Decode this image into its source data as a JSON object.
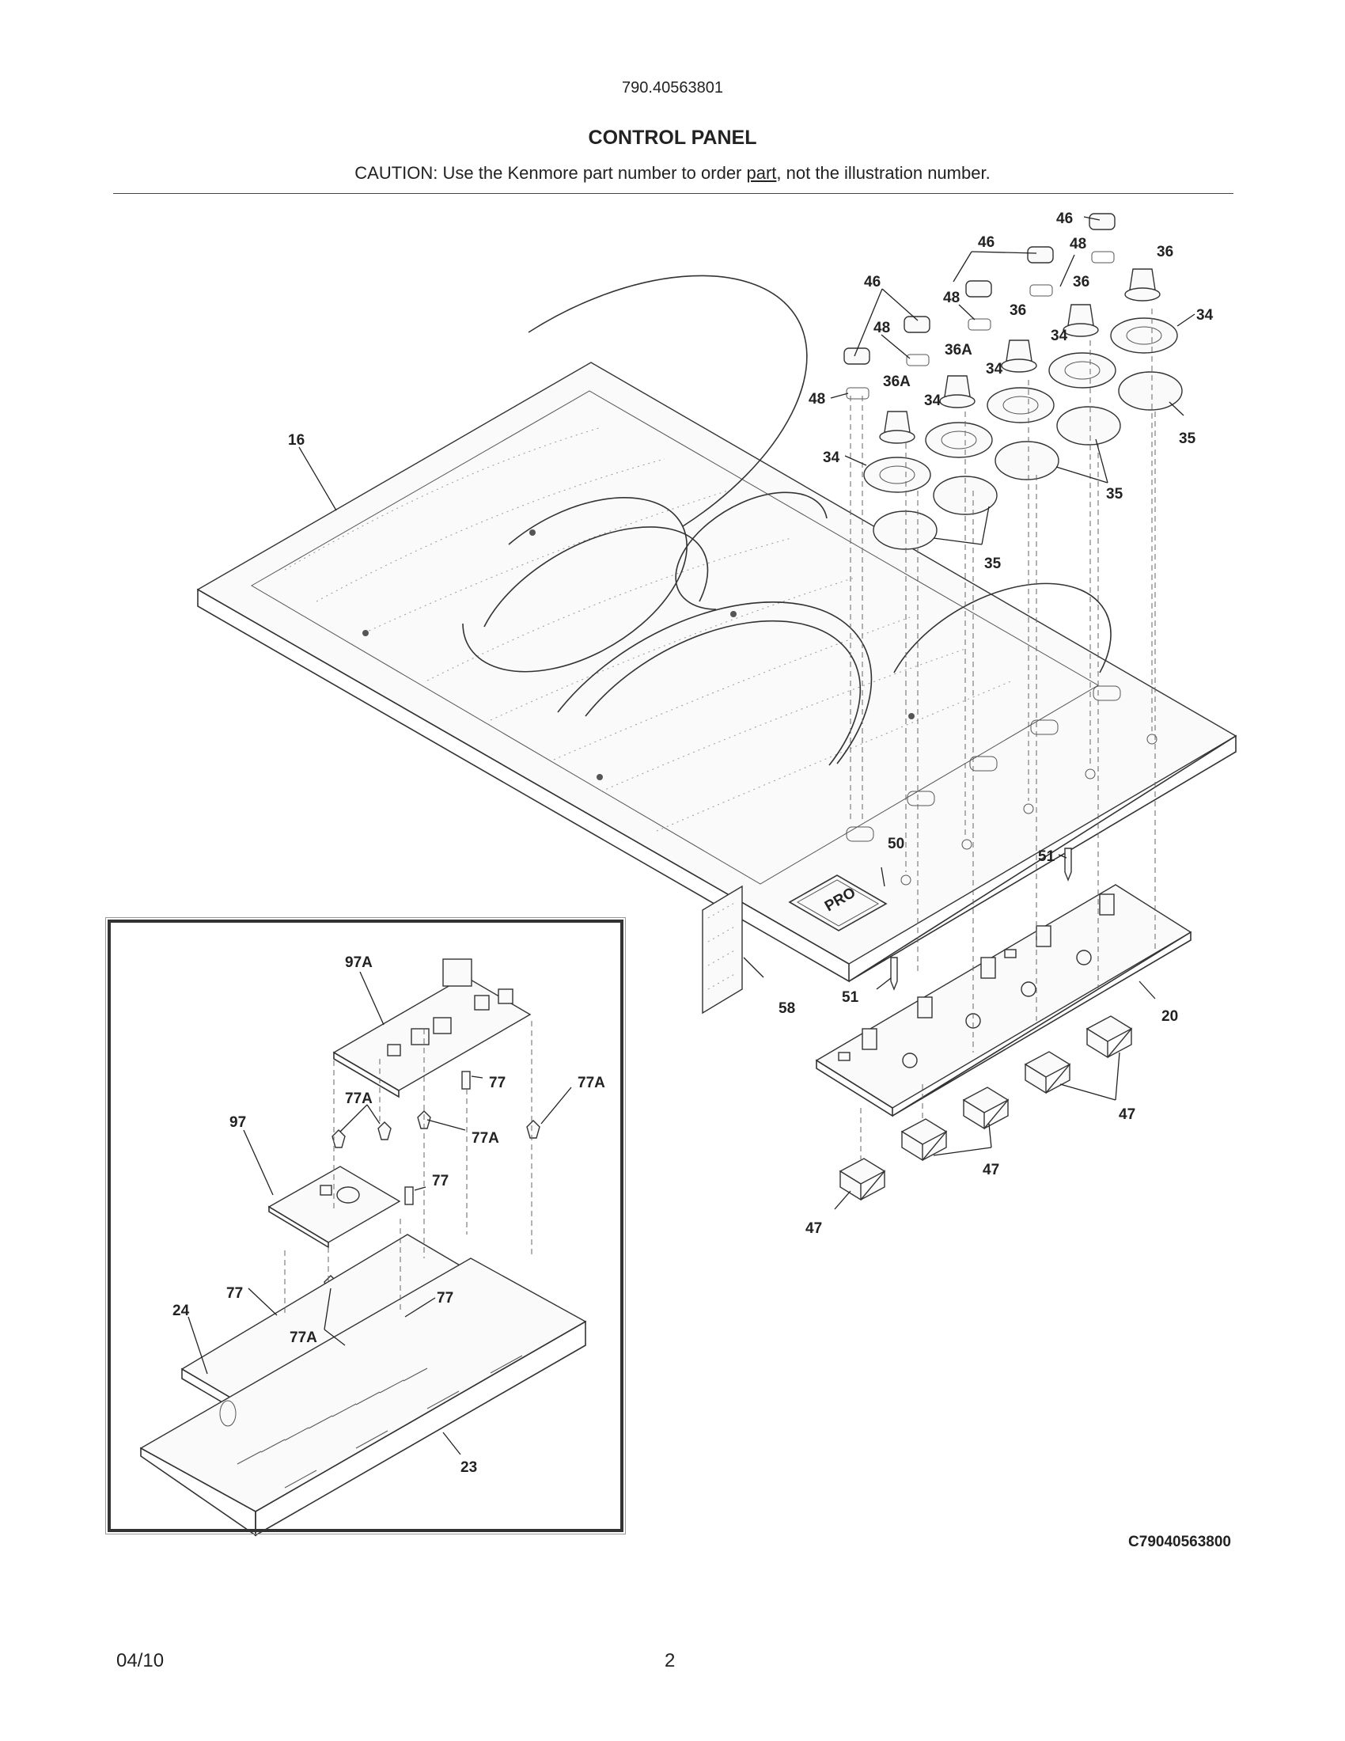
{
  "header": {
    "model_number": "790.40563801",
    "title": "CONTROL PANEL",
    "caution_prefix": "CAUTION: Use the Kenmore part number to order ",
    "caution_link": "part",
    "caution_suffix": ", not the illustration number."
  },
  "callouts": {
    "c16": "16",
    "c46a": "46",
    "c46b": "46",
    "c46c": "46",
    "c48a": "48",
    "c48b": "48",
    "c48c": "48",
    "c48d": "48",
    "c36a": "36",
    "c36b": "36",
    "c36c": "36",
    "c36Aa": "36A",
    "c36Ab": "36A",
    "c34a": "34",
    "c34b": "34",
    "c34c": "34",
    "c34d": "34",
    "c34e": "34",
    "c35a": "35",
    "c35b": "35",
    "c35c": "35",
    "c50": "50",
    "c51a": "51",
    "c51b": "51",
    "c58": "58",
    "c20": "20",
    "c47a": "47",
    "c47b": "47",
    "c47c": "47",
    "c97A": "97A",
    "c97": "97",
    "c77a": "77",
    "c77b": "77",
    "c77c": "77",
    "c77d": "77",
    "c77Aa": "77A",
    "c77Ab": "77A",
    "c77Ac": "77A",
    "c77Ad": "77A",
    "c24": "24",
    "c23": "23"
  },
  "logo_text": "PRO",
  "footer": {
    "diagram_code": "C79040563800",
    "date": "04/10",
    "page_number": "2"
  }
}
